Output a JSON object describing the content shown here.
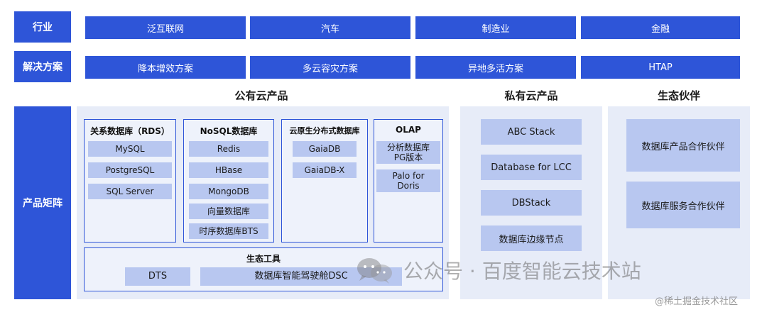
{
  "rows": {
    "industry": {
      "label": "行业",
      "items": [
        "泛互联网",
        "汽车",
        "制造业",
        "金融"
      ]
    },
    "solution": {
      "label": "解决方案",
      "items": [
        "降本增效方案",
        "多云容灾方案",
        "异地多活方案",
        "HTAP"
      ]
    }
  },
  "matrix": {
    "label": "产品矩阵",
    "public_cloud": {
      "title": "公有云产品",
      "groups": [
        {
          "title": "关系数据库（RDS）",
          "items": [
            "MySQL",
            "PostgreSQL",
            "SQL Server"
          ]
        },
        {
          "title": "NoSQL数据库",
          "items": [
            "Redis",
            "HBase",
            "MongoDB",
            "向量数据库",
            "时序数据库BTS"
          ]
        },
        {
          "title": "云原生分布式数据库",
          "items": [
            "GaiaDB",
            "GaiaDB-X"
          ]
        },
        {
          "title": "OLAP",
          "items": [
            "分析数据库\nPG版本",
            "Palo for\nDoris"
          ]
        }
      ],
      "eco_tools": {
        "title": "生态工具",
        "items": [
          "DTS",
          "数据库智能驾驶舱DSC"
        ]
      }
    },
    "private_cloud": {
      "title": "私有云产品",
      "items": [
        "ABC Stack",
        "Database for LCC",
        "DBStack",
        "数据库边缘节点"
      ]
    },
    "ecosystem": {
      "title": "生态伙伴",
      "items": [
        "数据库产品合作伙伴",
        "数据库服务合作伙伴"
      ]
    }
  },
  "watermark": {
    "text": "公众号 · 百度智能云技术站",
    "icon": "wechat-icon"
  },
  "corner_mark": {
    "text": "@稀土掘金技术社区"
  },
  "colors": {
    "primary": "#2e55d8",
    "chip": "#b8c7f0",
    "panel": "#e7ecf8"
  }
}
